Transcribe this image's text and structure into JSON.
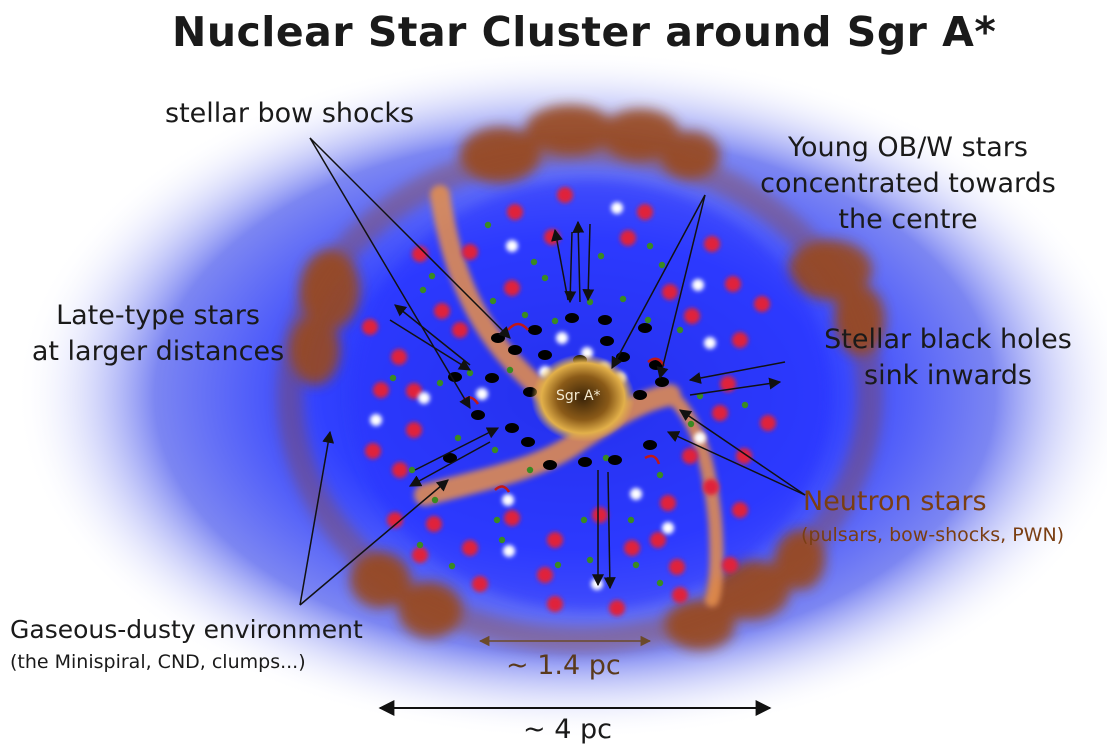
{
  "title": "Nuclear Star Cluster around Sgr A*",
  "center_label": "Sgr A*",
  "labels": {
    "bow_shocks": "stellar bow shocks",
    "young_stars": [
      "Young OB/W stars",
      "concentrated towards",
      "the centre"
    ],
    "late_type": [
      "Late-type stars",
      "at larger distances"
    ],
    "black_holes": [
      "Stellar black holes",
      "sink inwards"
    ],
    "neutron_stars": "Neutron stars",
    "neutron_sub": "(pulsars, bow-shocks, PWN)",
    "gaseous": "Gaseous-dusty environment",
    "gaseous_sub": "(the Minispiral, CND, clumps...)"
  },
  "scales": {
    "inner": "~ 1.4 pc",
    "outer": "~ 4 pc"
  },
  "colors": {
    "background": "#ffffff",
    "halo": "#2d3aff",
    "dust": "#9a4a1e",
    "late_type_star": "#e0203a",
    "young_star": "#ffffff",
    "black_hole": "#000000",
    "neutron_star": "#3a8a22",
    "minispiral": "#e8904a"
  }
}
